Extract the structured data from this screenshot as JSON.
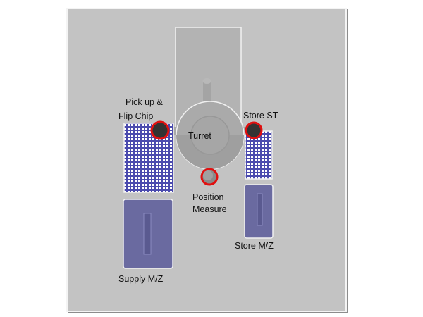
{
  "title": "Turret layout",
  "labels": {
    "pickup_line1": "Pick up &",
    "pickup_line2": "Flip Chip",
    "store_st": "Store ST",
    "turret": "Turret",
    "position_line1": "Position",
    "position_line2": "Measure",
    "store_mz": "Store M/Z",
    "supply_mz": "Supply M/Z"
  },
  "colors": {
    "panel": "#c3c3c3",
    "tray": "#4a4aae",
    "magazine": "#6a6aa0",
    "nozzle_ring": "#e01010",
    "turret": "#a8a8a8"
  }
}
